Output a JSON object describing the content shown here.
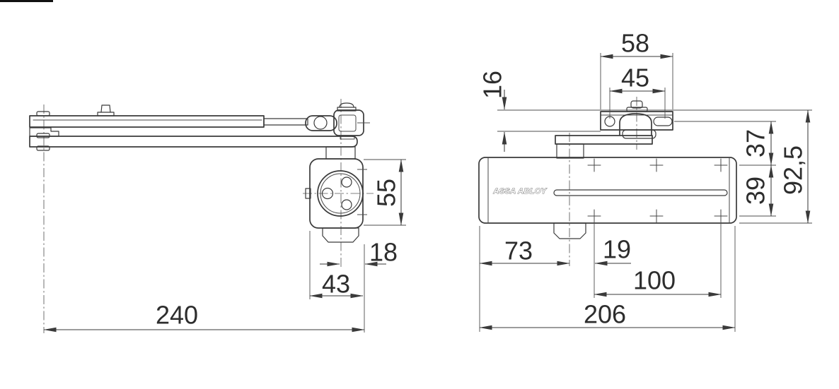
{
  "drawing": {
    "brand_label": "ASSA ABLOY",
    "colors": {
      "line": "#3a3a3a",
      "background": "#ffffff",
      "text": "#2d2d2d"
    },
    "left_view": {
      "dims": {
        "overall_length": "240",
        "body_width": "43",
        "spindle_to_edge": "18",
        "body_height": "55"
      }
    },
    "right_view": {
      "dims": {
        "bracket_length": "58",
        "bracket_hole_spacing": "45",
        "frame_offset": "16",
        "axis_to_top_holes": "37",
        "hole_rows_spacing": "39",
        "overall_height": "92,5",
        "edge_to_spindle": "73",
        "spindle_to_holes": "19",
        "holes_spacing": "100",
        "body_length": "206"
      }
    }
  }
}
